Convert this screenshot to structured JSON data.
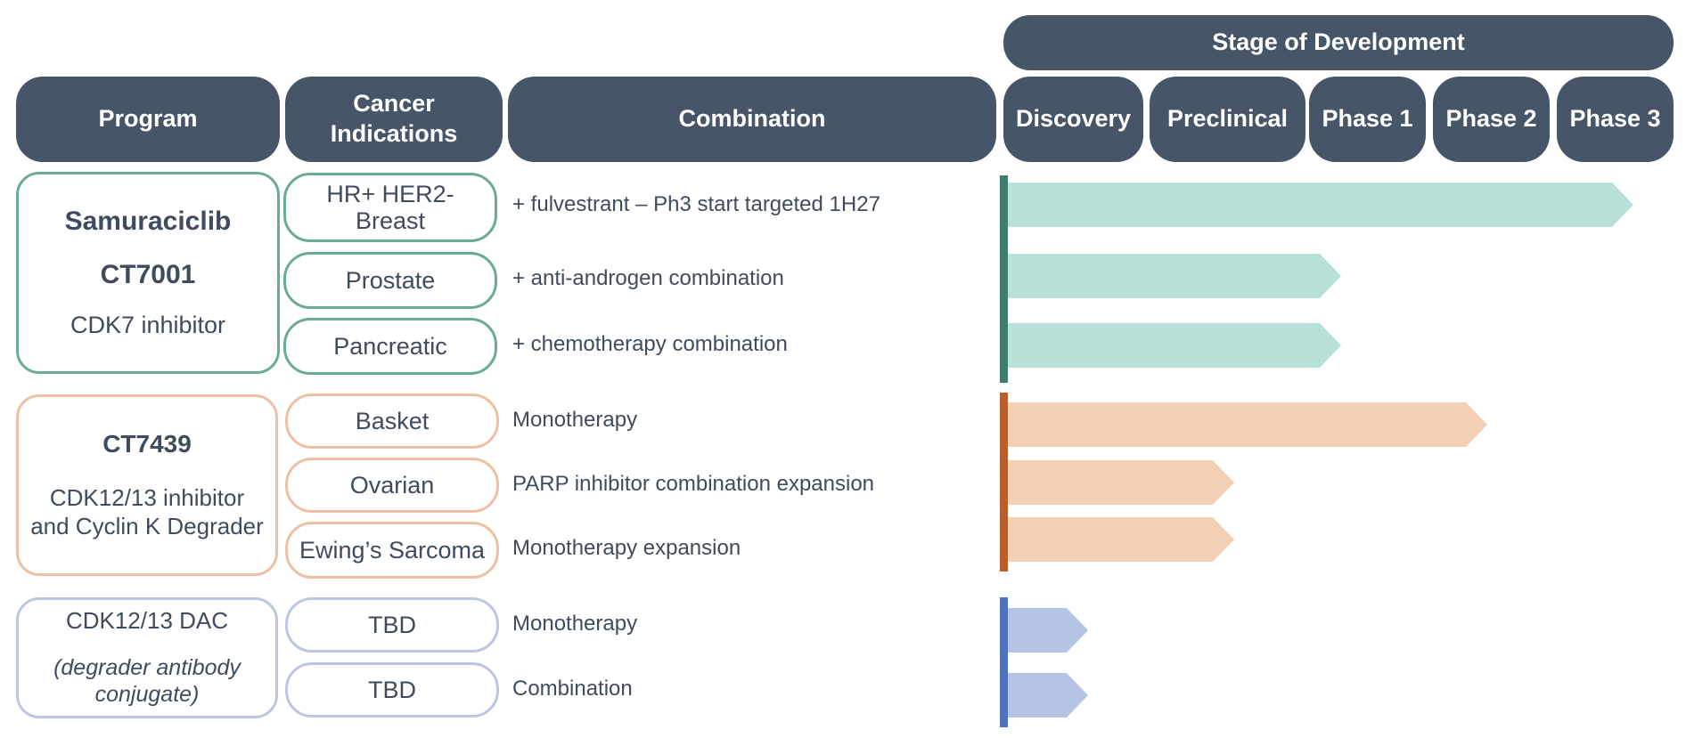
{
  "header": {
    "stage_group": "Stage of Development",
    "program": "Program",
    "indications": "Cancer\nIndications",
    "combination": "Combination",
    "stages": [
      "Discovery",
      "Preclinical",
      "Phase 1",
      "Phase 2",
      "Phase 3"
    ]
  },
  "colors": {
    "header_bg": "#475569",
    "group1_border": "#6aab98",
    "group1_fill": "#b8e2d9",
    "group1_line": "#3f7d6c",
    "group2_border": "#efbfa3",
    "group2_fill": "#f3d0b5",
    "group2_line": "#b7602e",
    "group3_border": "#bcc6e2",
    "group3_fill": "#b6c4e4",
    "group3_line": "#4f73bb"
  },
  "programs": [
    {
      "lines": [
        "Samuraciclib",
        "CT7001",
        "CDK7 inhibitor"
      ],
      "rows": [
        {
          "indication": "HR+ HER2-\nBreast",
          "combination": "+ fulvestrant – Ph3 start targeted 1H27",
          "stage_progress": 0.94
        },
        {
          "indication": "Prostate",
          "combination": "+ anti-androgen combination",
          "stage_progress": 0.5
        },
        {
          "indication": "Pancreatic",
          "combination": "+ chemotherapy combination",
          "stage_progress": 0.5
        }
      ]
    },
    {
      "lines": [
        "CT7439",
        "CDK12/13 inhibitor",
        "and Cyclin K Degrader"
      ],
      "rows": [
        {
          "indication": "Basket",
          "combination": "Monotherapy",
          "stage_progress": 0.72
        },
        {
          "indication": "Ovarian",
          "combination": "PARP inhibitor combination expansion",
          "stage_progress": 0.34
        },
        {
          "indication": "Ewing’s Sarcoma",
          "combination": "Monotherapy expansion",
          "stage_progress": 0.34
        }
      ]
    },
    {
      "lines": [
        "CDK12/13 DAC",
        "(degrader antibody",
        "conjugate)"
      ],
      "rows": [
        {
          "indication": "TBD",
          "combination": "Monotherapy",
          "stage_progress": 0.12
        },
        {
          "indication": "TBD",
          "combination": "Combination",
          "stage_progress": 0.12
        }
      ]
    }
  ]
}
